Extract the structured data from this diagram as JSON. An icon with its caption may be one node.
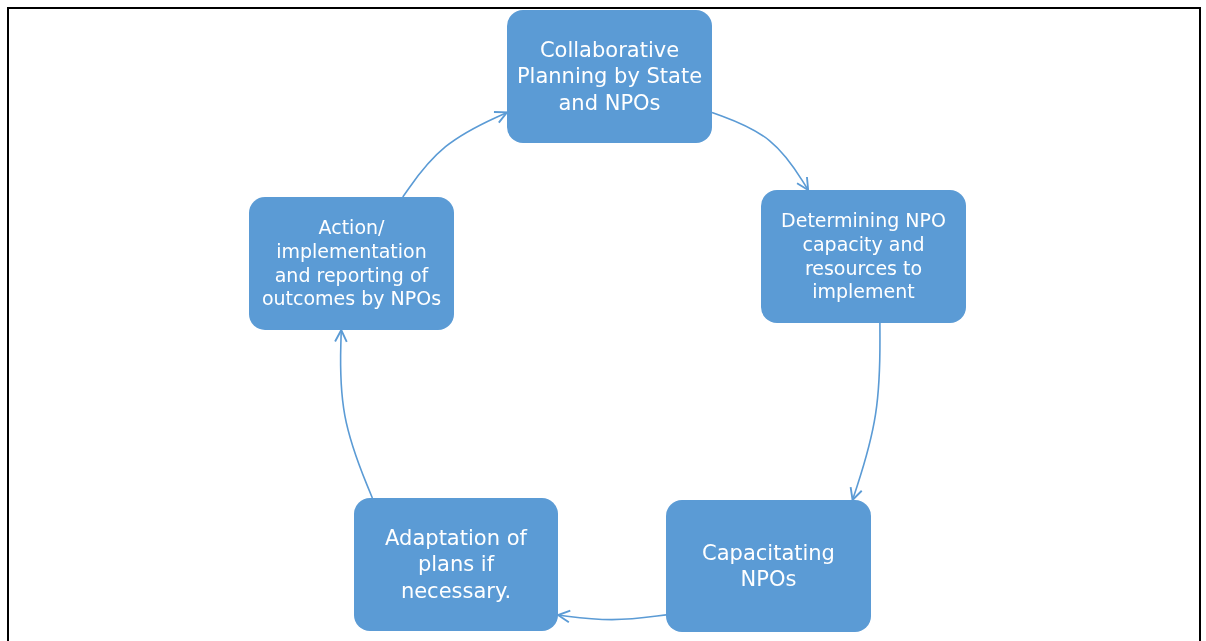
{
  "diagram": {
    "nodes": [
      {
        "text": [
          "Collaborative Planning by State and NPOs"
        ]
      },
      {
        "text": [
          "Determining NPO capacity and resources to implement"
        ]
      },
      {
        "text": [
          "Capacitating NPOs"
        ]
      },
      {
        "text": [
          "Adaptation of plans if necessary."
        ]
      },
      {
        "text": [
          "Action/ implementation and reporting of outcomes by NPOs"
        ]
      }
    ],
    "edges": [
      {
        "from": 0,
        "to": 1,
        "arrow": "to"
      },
      {
        "from": 1,
        "to": 2,
        "arrow": "to"
      },
      {
        "from": 2,
        "to": 3,
        "arrow": "to"
      },
      {
        "from": 3,
        "to": 4,
        "arrow": "to"
      },
      {
        "from": 4,
        "to": 0,
        "arrow": "to"
      }
    ]
  }
}
